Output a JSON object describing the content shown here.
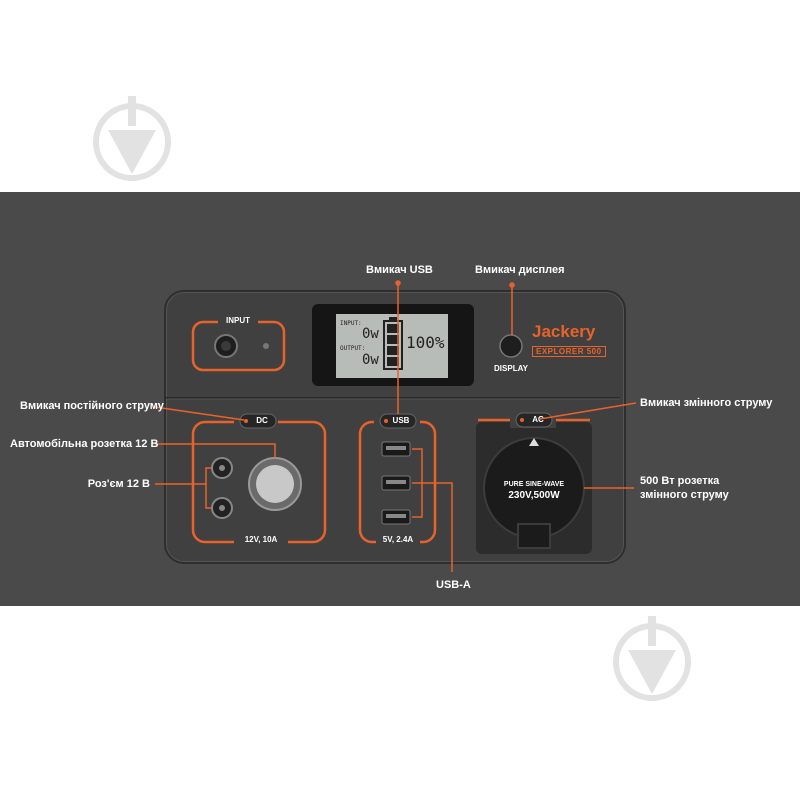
{
  "callouts": {
    "usb_switch": "Вмикач USB",
    "display_switch": "Вмикач дисплея",
    "dc_switch": "Вмикач постійного струму",
    "car_socket": "Автомобільна розетка 12 В",
    "connector_12v": "Роз'єм 12 В",
    "ac_switch": "Вмикач змінного струму",
    "ac_outlet_line1": "500 Вт розетка",
    "ac_outlet_line2": "змінного струму",
    "usb_a": "USB-A"
  },
  "device": {
    "input_label": "INPUT",
    "display_label": "DISPLAY",
    "brand": "Jackery",
    "model": "EXPLORER 500",
    "dc_button": "DC",
    "usb_button": "USB",
    "ac_button": "AC",
    "dc_rating": "12V, 10A",
    "usb_rating": "5V, 2.4A",
    "ac_line1": "PURE SINE-WAVE",
    "ac_line2": "230V,500W"
  },
  "lcd": {
    "input_label": "INPUT:",
    "output_label": "OUTPUT:",
    "input_value": "0w",
    "output_value": "0w",
    "battery_percent": "100%",
    "battery_level": 1.0
  },
  "colors": {
    "accent": "#e8632b",
    "banner": "#4a4a4a",
    "device_body": "#404040",
    "lcd_bg": "#b8bcb8"
  },
  "icons": [
    "watermark-arrow-icon",
    "dc-port-icon",
    "car-socket-icon",
    "usb-port-icon",
    "ac-outlet-icon",
    "power-button-icon"
  ]
}
